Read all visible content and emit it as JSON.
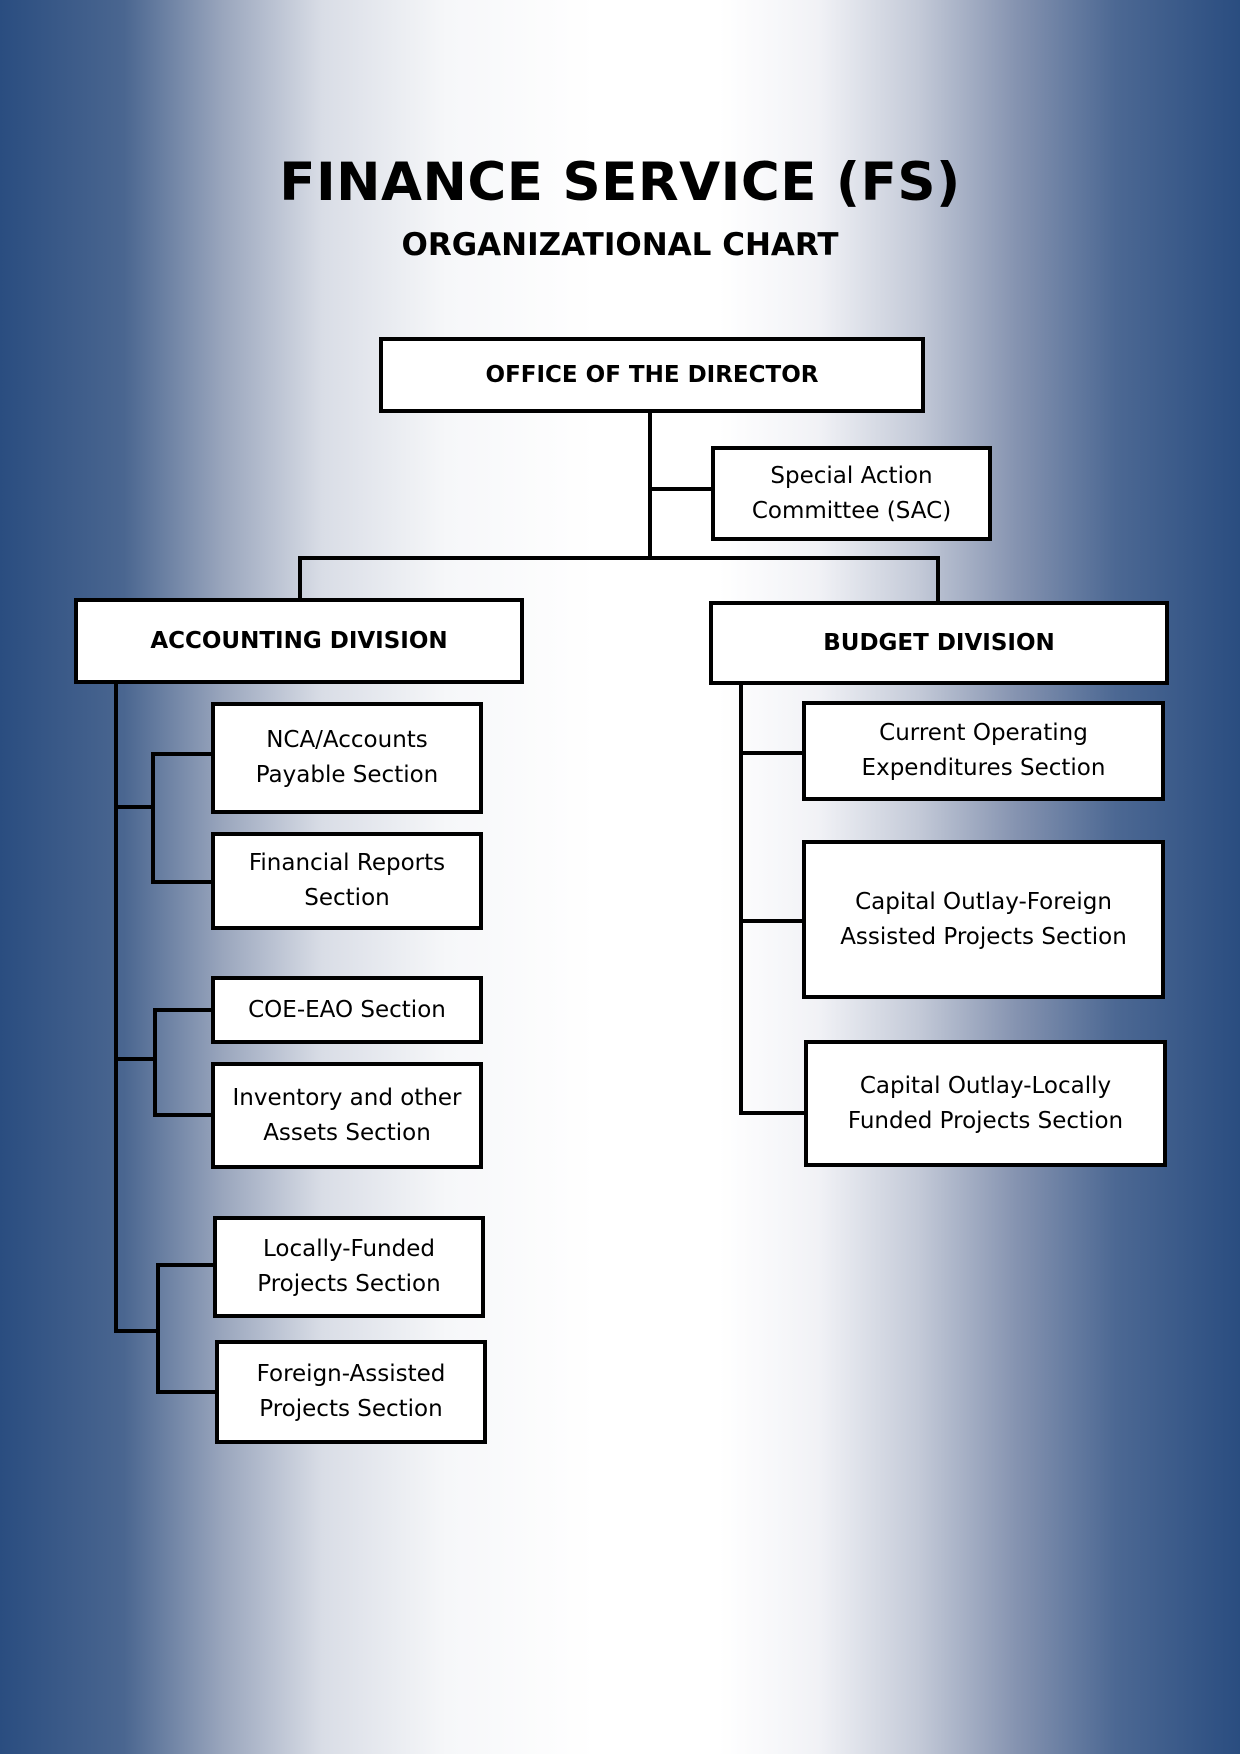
{
  "header": {
    "title": "FINANCE SERVICE (FS)",
    "subtitle": "ORGANIZATIONAL CHART"
  },
  "chart": {
    "director": "OFFICE OF THE DIRECTOR",
    "sac": "Special Action Committee (SAC)",
    "accounting": {
      "title": "ACCOUNTING DIVISION",
      "sections": [
        "NCA/Accounts Payable Section",
        "Financial Reports Section",
        "COE-EAO  Section",
        "Inventory and other Assets  Section",
        "Locally-Funded Projects Section",
        "Foreign-Assisted Projects Section"
      ]
    },
    "budget": {
      "title": "BUDGET DIVISION",
      "sections": [
        "Current Operating Expenditures Section",
        "Capital Outlay-Foreign Assisted  Projects Section",
        "Capital Outlay-Locally Funded Projects  Section"
      ]
    }
  },
  "colors": {
    "edge": "#2a4d80",
    "center": "#ffffff",
    "line": "#000000"
  }
}
